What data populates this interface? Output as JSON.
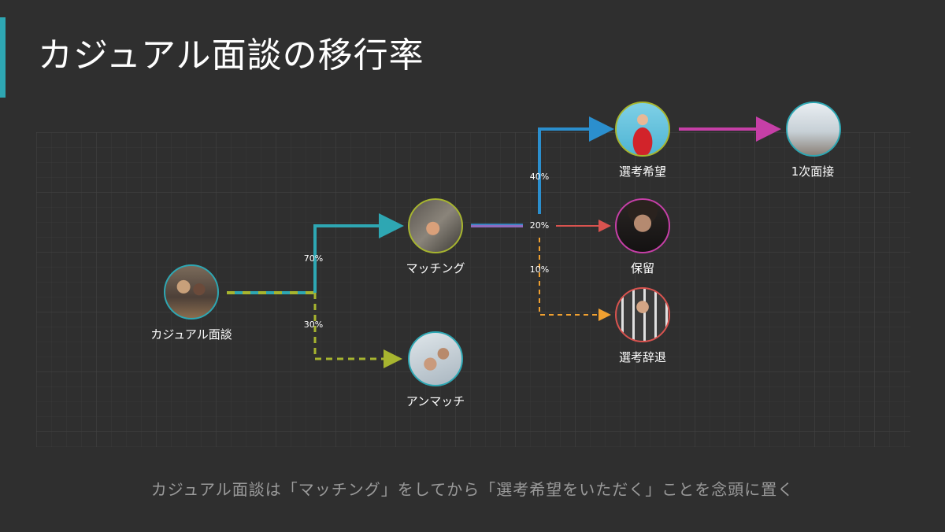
{
  "slide": {
    "title": "カジュアル面談の移行率",
    "caption": "カジュアル面談は「マッチング」をしてから「選考希望をいただく」ことを念頭に置く",
    "accent_color": "#2ea7b3"
  },
  "nodes": {
    "casual": {
      "label": "カジュアル面談",
      "icon": "team-meeting-photo"
    },
    "matching": {
      "label": "マッチング",
      "icon": "handshake-photo"
    },
    "unmatch": {
      "label": "アンマッチ",
      "icon": "reaching-hands-photo"
    },
    "wish": {
      "label": "選考希望",
      "icon": "cheering-man-photo"
    },
    "first": {
      "label": "1次面接",
      "icon": "interview-room-photo"
    },
    "hold": {
      "label": "保留",
      "icon": "thinking-man-photo"
    },
    "decline": {
      "label": "選考辞退",
      "icon": "declining-man-photo"
    }
  },
  "rates": {
    "to_matching": "70%",
    "to_unmatch": "30%",
    "to_wish": "40%",
    "to_hold": "20%",
    "to_decline": "10%"
  },
  "colors": {
    "teal": "#2ea7b3",
    "blue": "#2b8fce",
    "olive": "#a7b52f",
    "magenta": "#c63fa7",
    "red": "#d9534f",
    "orange": "#f0a030",
    "purple": "#8e6bbf"
  }
}
